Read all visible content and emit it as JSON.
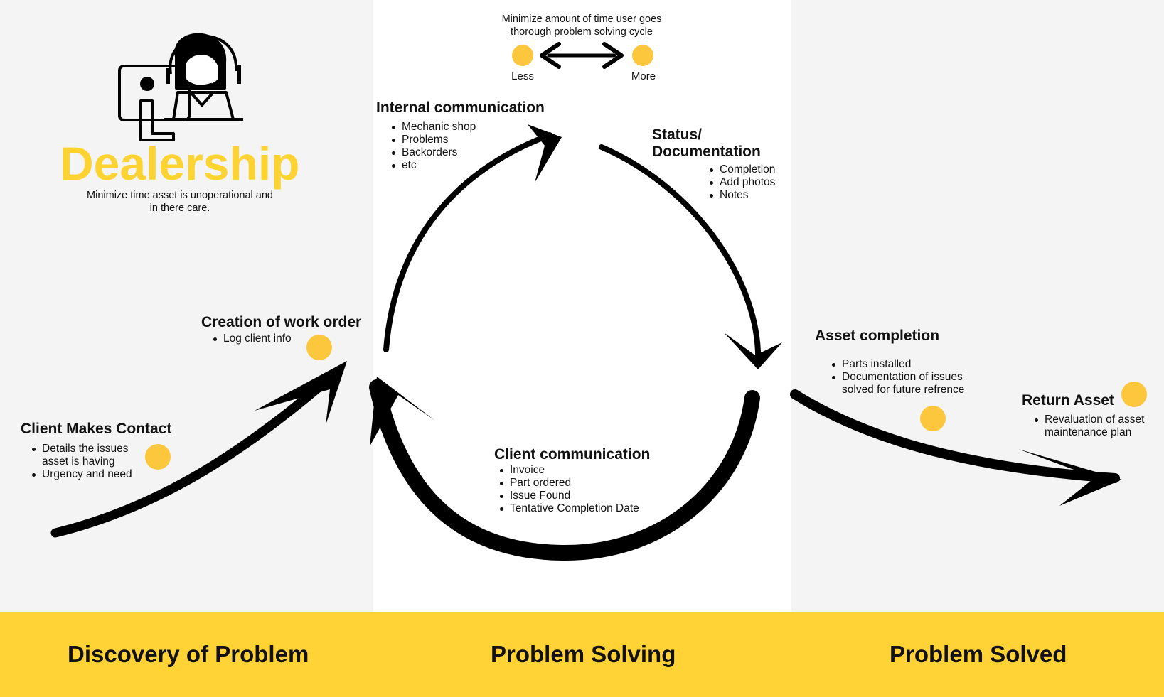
{
  "header": {
    "title": "Dealership",
    "subtitle": "Minimize time asset is unoperational and in there care."
  },
  "scale": {
    "caption": "Minimize amount of time user goes thorough problem solving cycle",
    "less_label": "Less",
    "more_label": "More"
  },
  "steps": {
    "client_contact": {
      "title": "Client Makes Contact",
      "items": [
        "Details the issues asset is having",
        "Urgency and need"
      ]
    },
    "work_order": {
      "title": "Creation of work order",
      "items": [
        "Log client info"
      ]
    },
    "internal_comm": {
      "title": "Internal communication",
      "items": [
        "Mechanic shop",
        "Problems",
        "Backorders",
        "etc"
      ]
    },
    "status_doc": {
      "title": "Status/ Documentation",
      "items": [
        "Completion",
        "Add photos",
        "Notes"
      ]
    },
    "client_comm": {
      "title": "Client communication",
      "items": [
        "Invoice",
        "Part ordered",
        "Issue Found",
        "Tentative Completion Date"
      ]
    },
    "asset_completion": {
      "title": "Asset completion",
      "items": [
        "Parts installed",
        "Documentation of issues solved for future refrence"
      ]
    },
    "return_asset": {
      "title": "Return Asset",
      "items": [
        "Revaluation of asset maintenance plan"
      ]
    }
  },
  "phases": [
    "Discovery of Problem",
    "Problem Solving",
    "Problem Solved"
  ],
  "colors": {
    "accent_yellow": "#ffd335",
    "title_yellow": "#fdd331",
    "emoji_yellow": "#fcc73d",
    "panel_gray": "#f4f4f4",
    "panel_white": "#ffffff"
  },
  "icons": {
    "agent": "customer-service-agent-icon",
    "scale_arrow": "double-headed-arrow-icon",
    "emoji_less": "grinning-face-icon",
    "emoji_more": "frowning-face-icon"
  }
}
